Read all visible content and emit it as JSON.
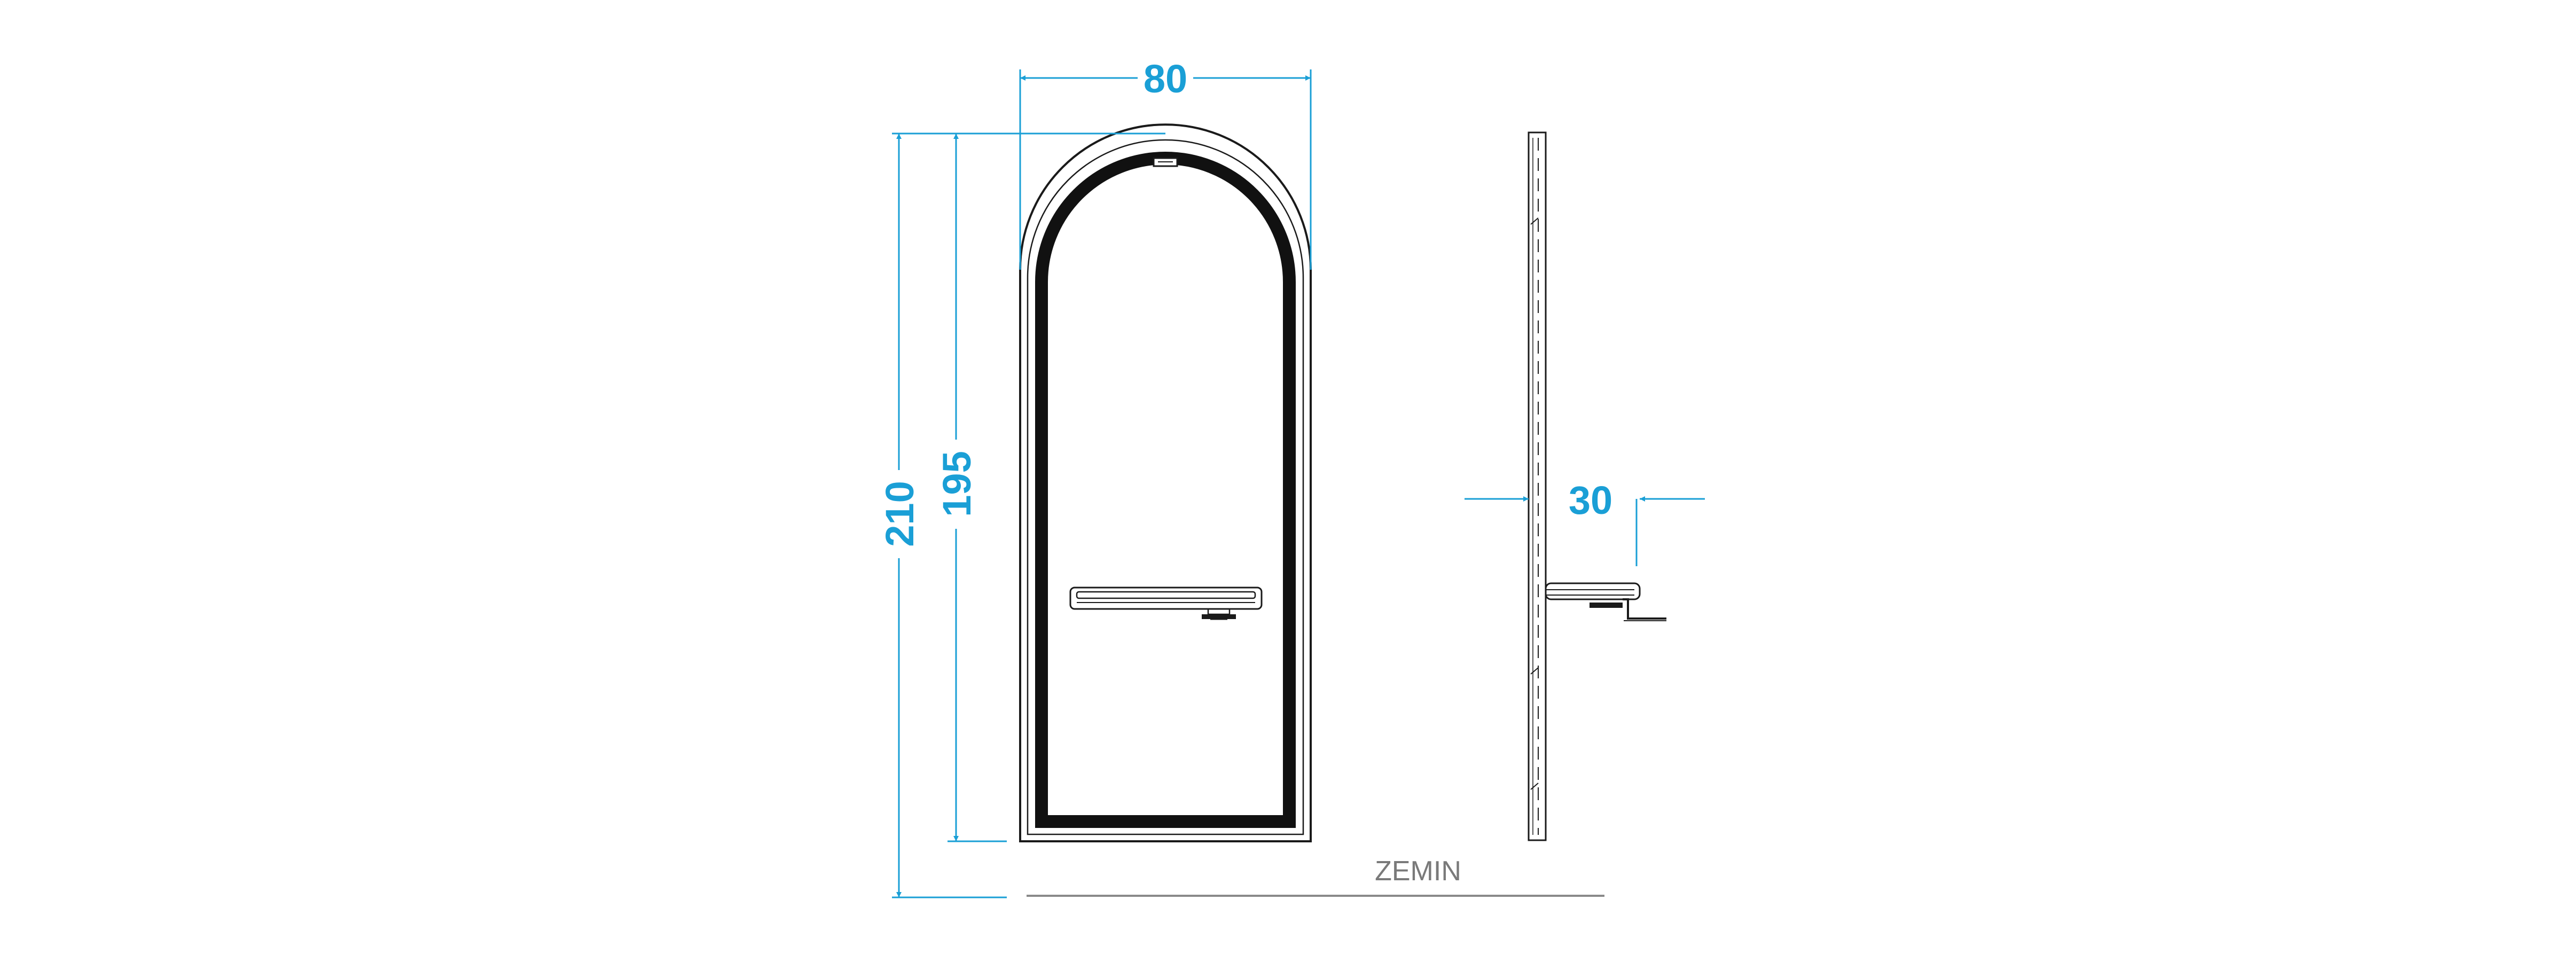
{
  "dimensions": {
    "width": "80",
    "total_height": "210",
    "mirror_height": "195",
    "depth": "30"
  },
  "floor_label": "ZEMIN",
  "colors": {
    "dimension": "#1a9fd6",
    "outline": "#1a1a1a",
    "floor_line": "#8a8a8a",
    "floor_text": "#7a7a7a"
  }
}
